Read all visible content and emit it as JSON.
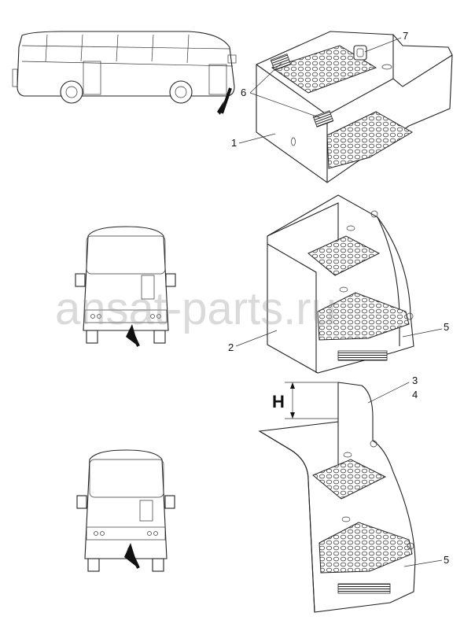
{
  "watermark": "ansat-parts.ru",
  "dimension_label": "H",
  "callouts": {
    "c1": "1",
    "c2": "2",
    "c3": "3",
    "c4": "4",
    "c5a": "5",
    "c5b": "5",
    "c6": "6",
    "c7": "7"
  },
  "colors": {
    "line": "#222222",
    "background": "#ffffff",
    "watermark": "#969696"
  }
}
